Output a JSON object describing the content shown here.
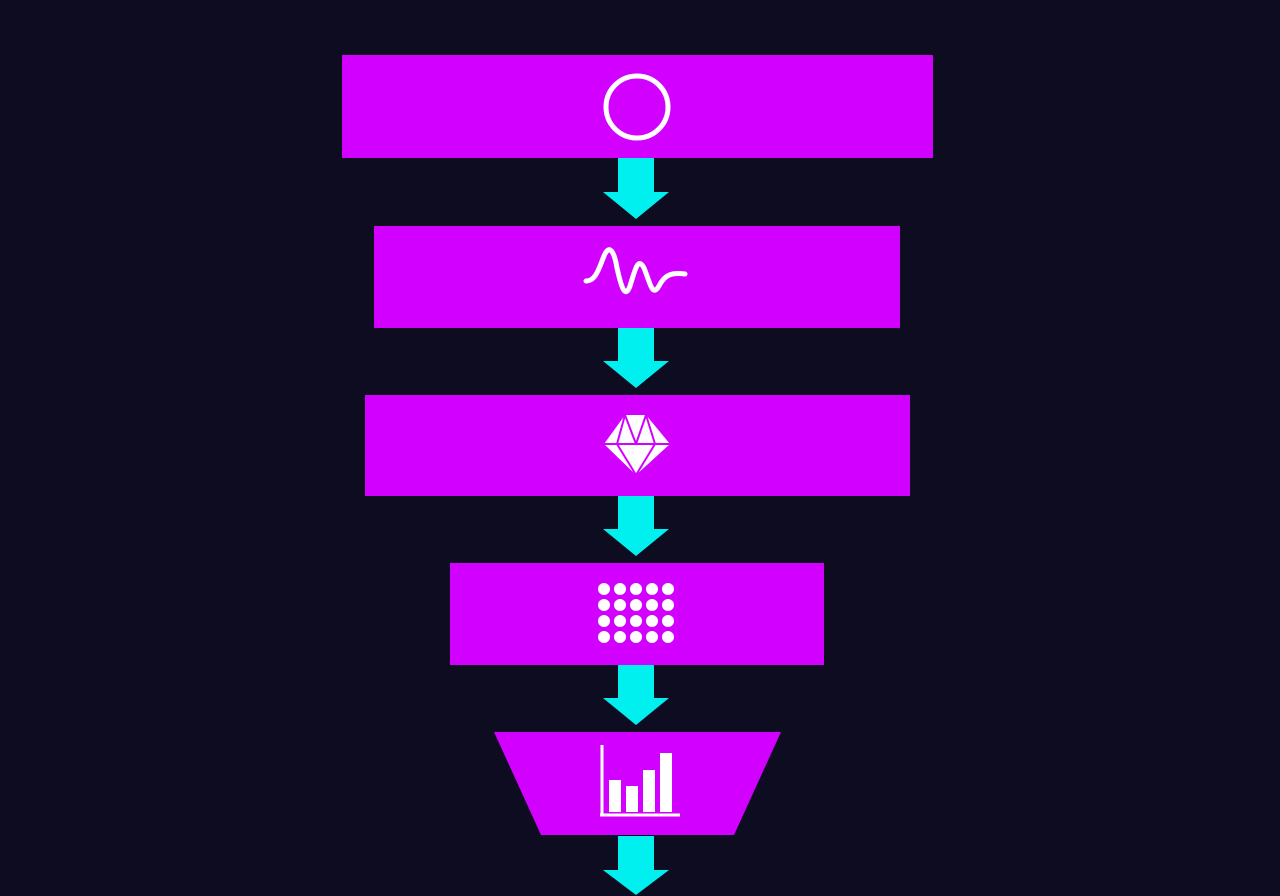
{
  "diagram": {
    "type": "funnel-flow",
    "background": "#0e0c20",
    "box_color": "#d100ff",
    "arrow_color": "#00f0f0",
    "icon_color": "#ffffff",
    "stages": [
      {
        "id": "stage-1",
        "icon": "circle-icon",
        "shape": "rectangle"
      },
      {
        "id": "stage-2",
        "icon": "waveform-icon",
        "shape": "rectangle"
      },
      {
        "id": "stage-3",
        "icon": "diamond-gem-icon",
        "shape": "rectangle"
      },
      {
        "id": "stage-4",
        "icon": "dot-grid-icon",
        "shape": "rectangle"
      },
      {
        "id": "stage-5",
        "icon": "bar-chart-icon",
        "shape": "trapezoid"
      }
    ],
    "connectors": [
      {
        "from": "stage-1",
        "to": "stage-2"
      },
      {
        "from": "stage-2",
        "to": "stage-3"
      },
      {
        "from": "stage-3",
        "to": "stage-4"
      },
      {
        "from": "stage-4",
        "to": "stage-5"
      },
      {
        "from": "stage-5",
        "to": ""
      }
    ]
  }
}
